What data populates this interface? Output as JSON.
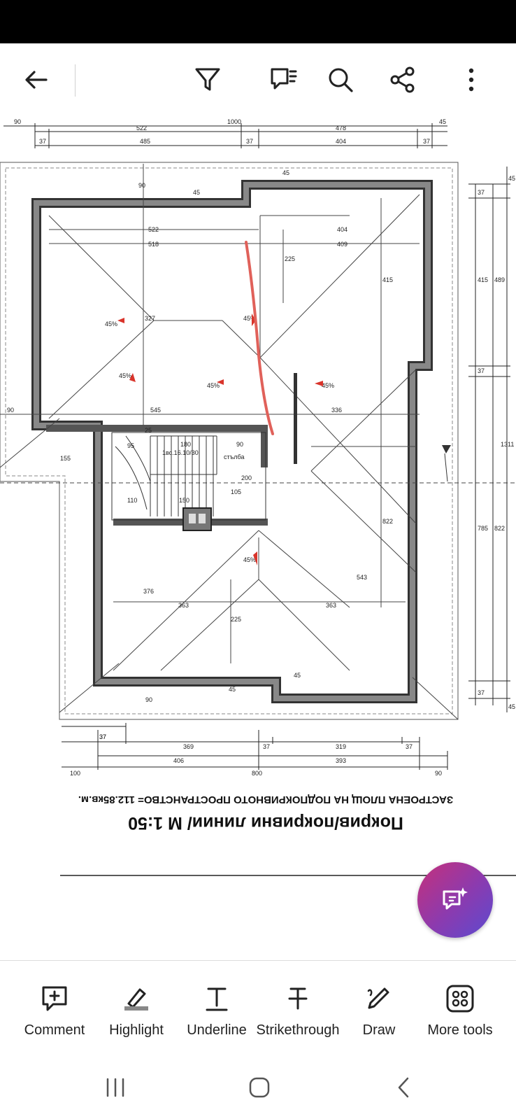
{
  "toolbar": {
    "back_icon": "arrow-left-icon",
    "filter_icon": "filter-icon",
    "comments_icon": "comment-list-icon",
    "search_icon": "search-icon",
    "share_icon": "share-icon",
    "more_icon": "more-vertical-icon"
  },
  "document": {
    "plan_title": "Покрив/покривни линии/ М 1:50",
    "plan_subtitle": "ЗАСТРОЕНА ПЛОЩ НА ПОДПОКРИВНОТО ПРОСТРАНСТВО= 112.85кв.м.",
    "dims_top": [
      "90",
      "1000",
      "45",
      "522",
      "478",
      "37",
      "485",
      "37",
      "404",
      "37"
    ],
    "dims_bottom": [
      "37",
      "369",
      "37",
      "319",
      "37",
      "406",
      "393",
      "100",
      "800",
      "90"
    ],
    "dims_right": [
      "45",
      "37",
      "415",
      "489",
      "37",
      "1311",
      "785",
      "822",
      "37",
      "45"
    ],
    "inner_labels": [
      "90",
      "45",
      "45",
      "522",
      "404",
      "518",
      "409",
      "225",
      "415",
      "45%",
      "327",
      "45%",
      "45%",
      "45%",
      "45%",
      "545",
      "336",
      "90",
      "25",
      "180",
      "90",
      "1вс.16.10/30",
      "стълба",
      "200",
      "105",
      "110",
      "150",
      "95",
      "155",
      "822",
      "543",
      "376",
      "363",
      "363",
      "225",
      "45%",
      "45",
      "45",
      "90",
      "37"
    ],
    "slope_marker_color": "#d9342b",
    "annotation_color": "#e0615a"
  },
  "fab": {
    "icon": "ai-assistant-sparkle-icon",
    "color": "#8a3bb0"
  },
  "tools": [
    {
      "label": "Comment",
      "icon": "comment-add-icon"
    },
    {
      "label": "Highlight",
      "icon": "highlighter-icon"
    },
    {
      "label": "Underline",
      "icon": "underline-icon"
    },
    {
      "label": "Strikethrough",
      "icon": "strikethrough-icon"
    },
    {
      "label": "Draw",
      "icon": "pen-icon"
    },
    {
      "label": "More tools",
      "icon": "grid-tools-icon"
    }
  ],
  "navbar": {
    "recents_icon": "recents-icon",
    "home_icon": "home-icon",
    "back_icon": "nav-back-icon"
  }
}
